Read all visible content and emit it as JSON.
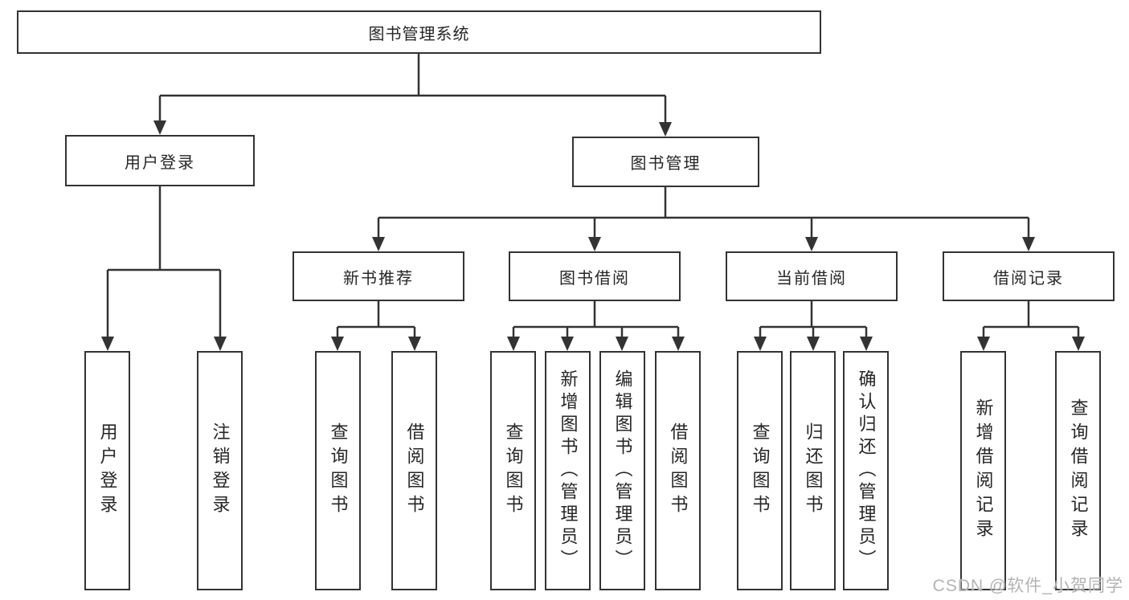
{
  "diagram": {
    "root": "图书管理系统",
    "level2": [
      {
        "label": "用户登录",
        "leaves": [
          "用户登录",
          "注销登录"
        ]
      },
      {
        "label": "图书管理",
        "sections": [
          {
            "label": "新书推荐",
            "leaves": [
              "查询图书",
              "借阅图书"
            ]
          },
          {
            "label": "图书借阅",
            "leaves": [
              "查询图书",
              "新增图书（管理员）",
              "编辑图书（管理员）",
              "借阅图书"
            ]
          },
          {
            "label": "当前借阅",
            "leaves": [
              "查询图书",
              "归还图书",
              "确认归还（管理员）"
            ]
          },
          {
            "label": "借阅记录",
            "leaves": [
              "新增借阅记录",
              "查询借阅记录"
            ]
          }
        ]
      }
    ]
  },
  "watermark": "CSDN @软件_小贺同学",
  "colors": {
    "line": "#333333",
    "text": "#262626",
    "watermark": "#b3b3b3",
    "background": "#ffffff"
  }
}
